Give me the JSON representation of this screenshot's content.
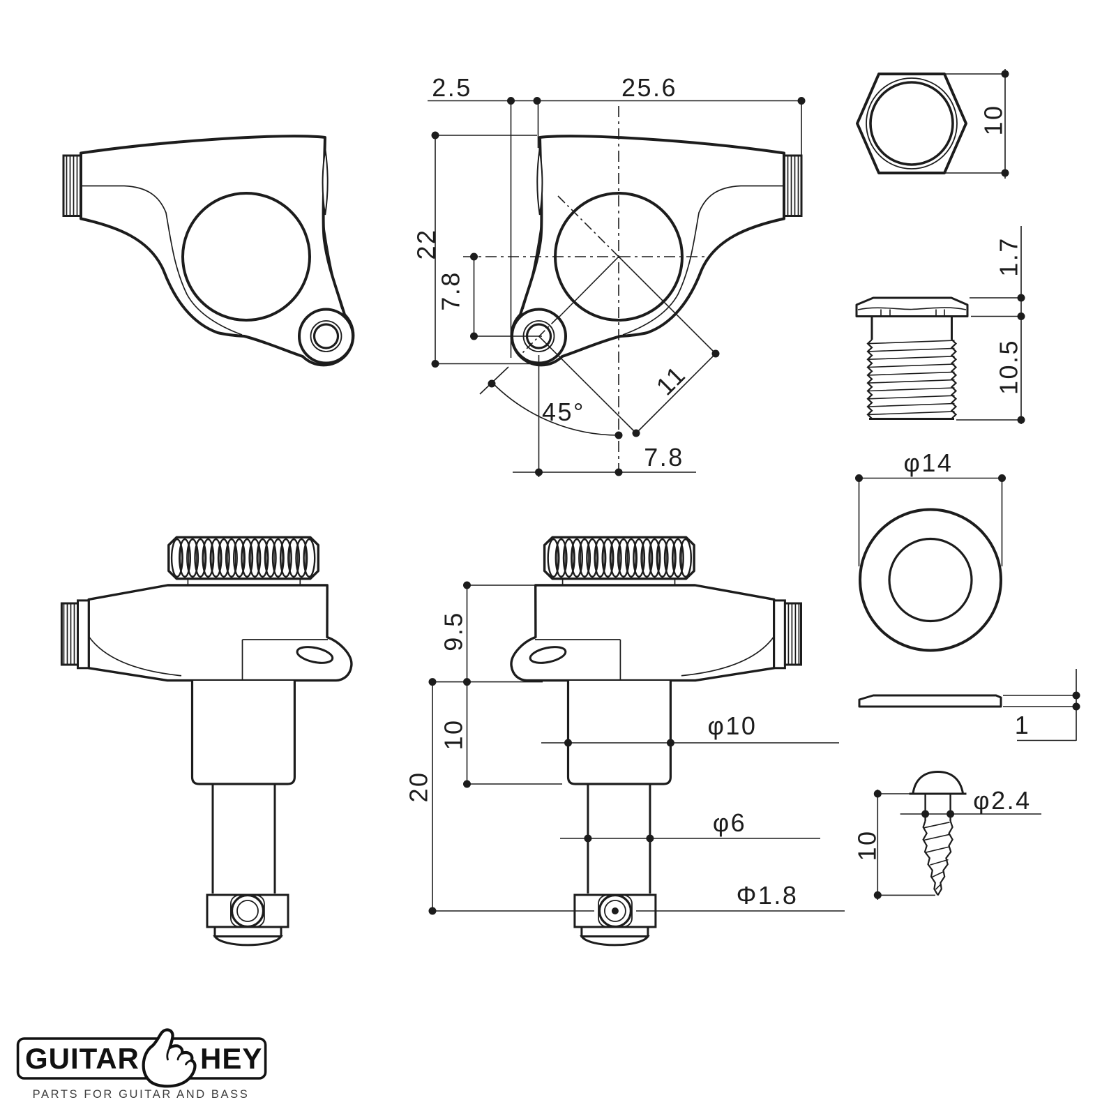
{
  "document": {
    "type": "technical-drawing",
    "subject": "Guitar sealed-gear tuning machine head dimensioned drawing",
    "background_color": "#ffffff",
    "line_color": "#1c1c1c"
  },
  "housing_back_view": {
    "dims": {
      "face_to_screw_tab": "2.5",
      "housing_length": "25.6",
      "housing_height": "22",
      "screw_hole_drop": "7.8",
      "screw_angle": "45°",
      "screw_center_distance": "11",
      "screw_offset": "7.8"
    }
  },
  "hex_nut": {
    "dims": {
      "across_flats": "10"
    }
  },
  "bushing": {
    "dims": {
      "flange_height": "1.7",
      "thread_length": "10.5"
    }
  },
  "washer": {
    "dims": {
      "outer_diameter": "φ14",
      "thickness": "1"
    }
  },
  "tuner_front_view": {
    "dims": {
      "body_height": "9.5",
      "upper_post_length": "10",
      "total_post_length": "20",
      "upper_post_diameter": "φ10",
      "string_post_diameter": "φ6",
      "string_hole_diameter": "Φ1.8"
    }
  },
  "mount_screw": {
    "dims": {
      "length": "10",
      "shank_diameter": "φ2.4"
    }
  },
  "logo": {
    "brand_left": "GUITAR",
    "brand_right": "HEY",
    "tagline": "PARTS FOR GUITAR AND BASS",
    "icon": "rock-hand-icon"
  }
}
